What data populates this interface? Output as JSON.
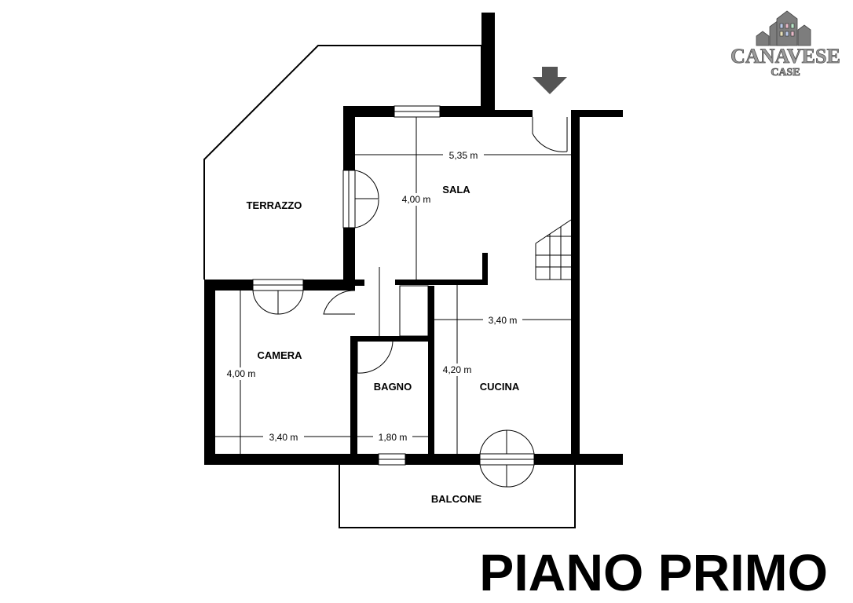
{
  "title": "PIANO PRIMO",
  "logo": {
    "line1": "CANAVESE",
    "line2": "CASE"
  },
  "rooms": {
    "terrazzo": "TERRAZZO",
    "sala": "SALA",
    "camera": "CAMERA",
    "bagno": "BAGNO",
    "cucina": "CUCINA",
    "balcone": "BALCONE"
  },
  "dimensions": {
    "sala_width": "5,35 m",
    "sala_depth": "4,00 m",
    "cucina_width": "3,40 m",
    "cucina_depth": "4,20 m",
    "camera_depth": "4,00 m",
    "camera_width": "3,40 m",
    "bagno_width": "1,80 m"
  },
  "colors": {
    "wall": "#000000",
    "arrow": "#555555",
    "logo": "#9a9a9a"
  }
}
